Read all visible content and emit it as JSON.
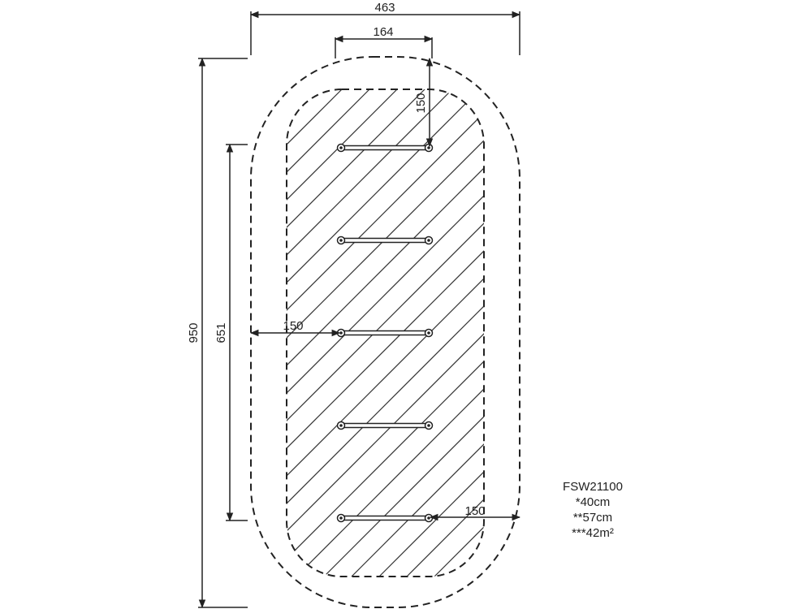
{
  "dimensions": {
    "overall_width": "463",
    "rung_length": "164",
    "top_clearance": "150",
    "overall_length": "950",
    "equipment_length": "651",
    "side_clearance_left": "150",
    "side_clearance_right": "150"
  },
  "spec": {
    "model": "FSW21100",
    "line1": "*40cm",
    "line2": "**57cm",
    "line3": "***42m²"
  },
  "rungs": 5
}
